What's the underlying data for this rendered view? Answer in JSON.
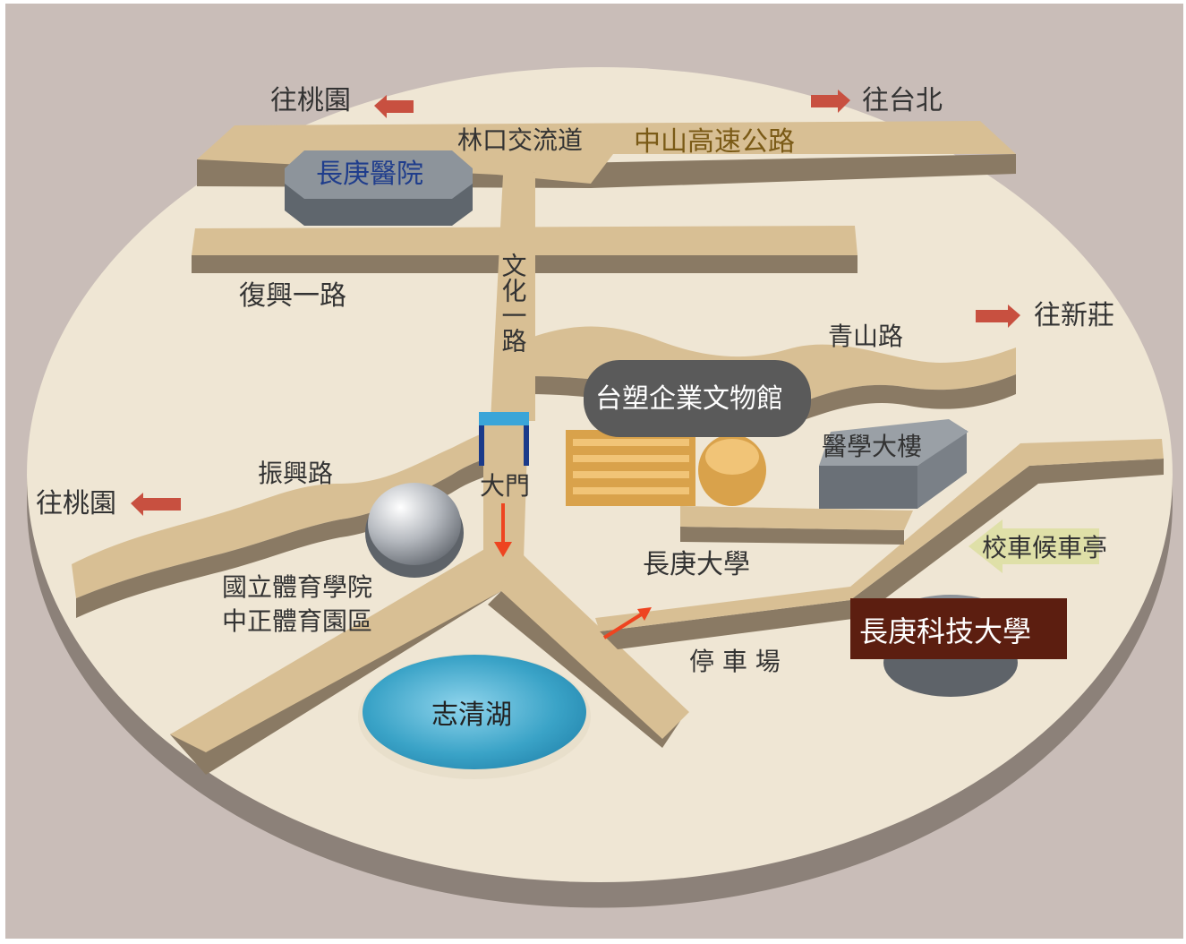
{
  "colors": {
    "background": "#c9bdb8",
    "disc": "#efe6d4",
    "disc_side": "#8c8179",
    "road": "#d8bf94",
    "road_side": "#8a7a64",
    "hospital_box": "#8d949b",
    "lake": "#3aa3c7",
    "arrow": "#c85040",
    "red_marker": "#ee4420",
    "label_navy": "#1f3d8c",
    "label_brown": "#7a5a16",
    "museum_label_bg": "#5a5a5a",
    "university_label_bg": "#5c1e10",
    "bus_arrow": "#dfe0a8"
  },
  "labels": {
    "to_taoyuan_top": "往桃園",
    "to_taipei": "往台北",
    "to_taoyuan_left": "往桃園",
    "to_xinzhuang": "往新莊",
    "linkou_interchange": "林口交流道",
    "zhongshan_freeway": "中山高速公路",
    "chang_gung_hospital": "長庚醫院",
    "fuxing_road": "復興一路",
    "wenhua_road": "文化一路",
    "qingshan_road": "青山路",
    "formosa_museum": "台塑企業文物館",
    "medical_building": "醫學大樓",
    "zhenxing_road": "振興路",
    "main_gate": "大門",
    "sports_college_line1": "國立體育學院",
    "sports_college_line2": "中正體育園區",
    "chang_gung_university": "長庚大學",
    "bus_stop": "校車候車亭",
    "parking": "停 車 場",
    "cgust": "長庚科技大學",
    "lake": "志清湖"
  }
}
